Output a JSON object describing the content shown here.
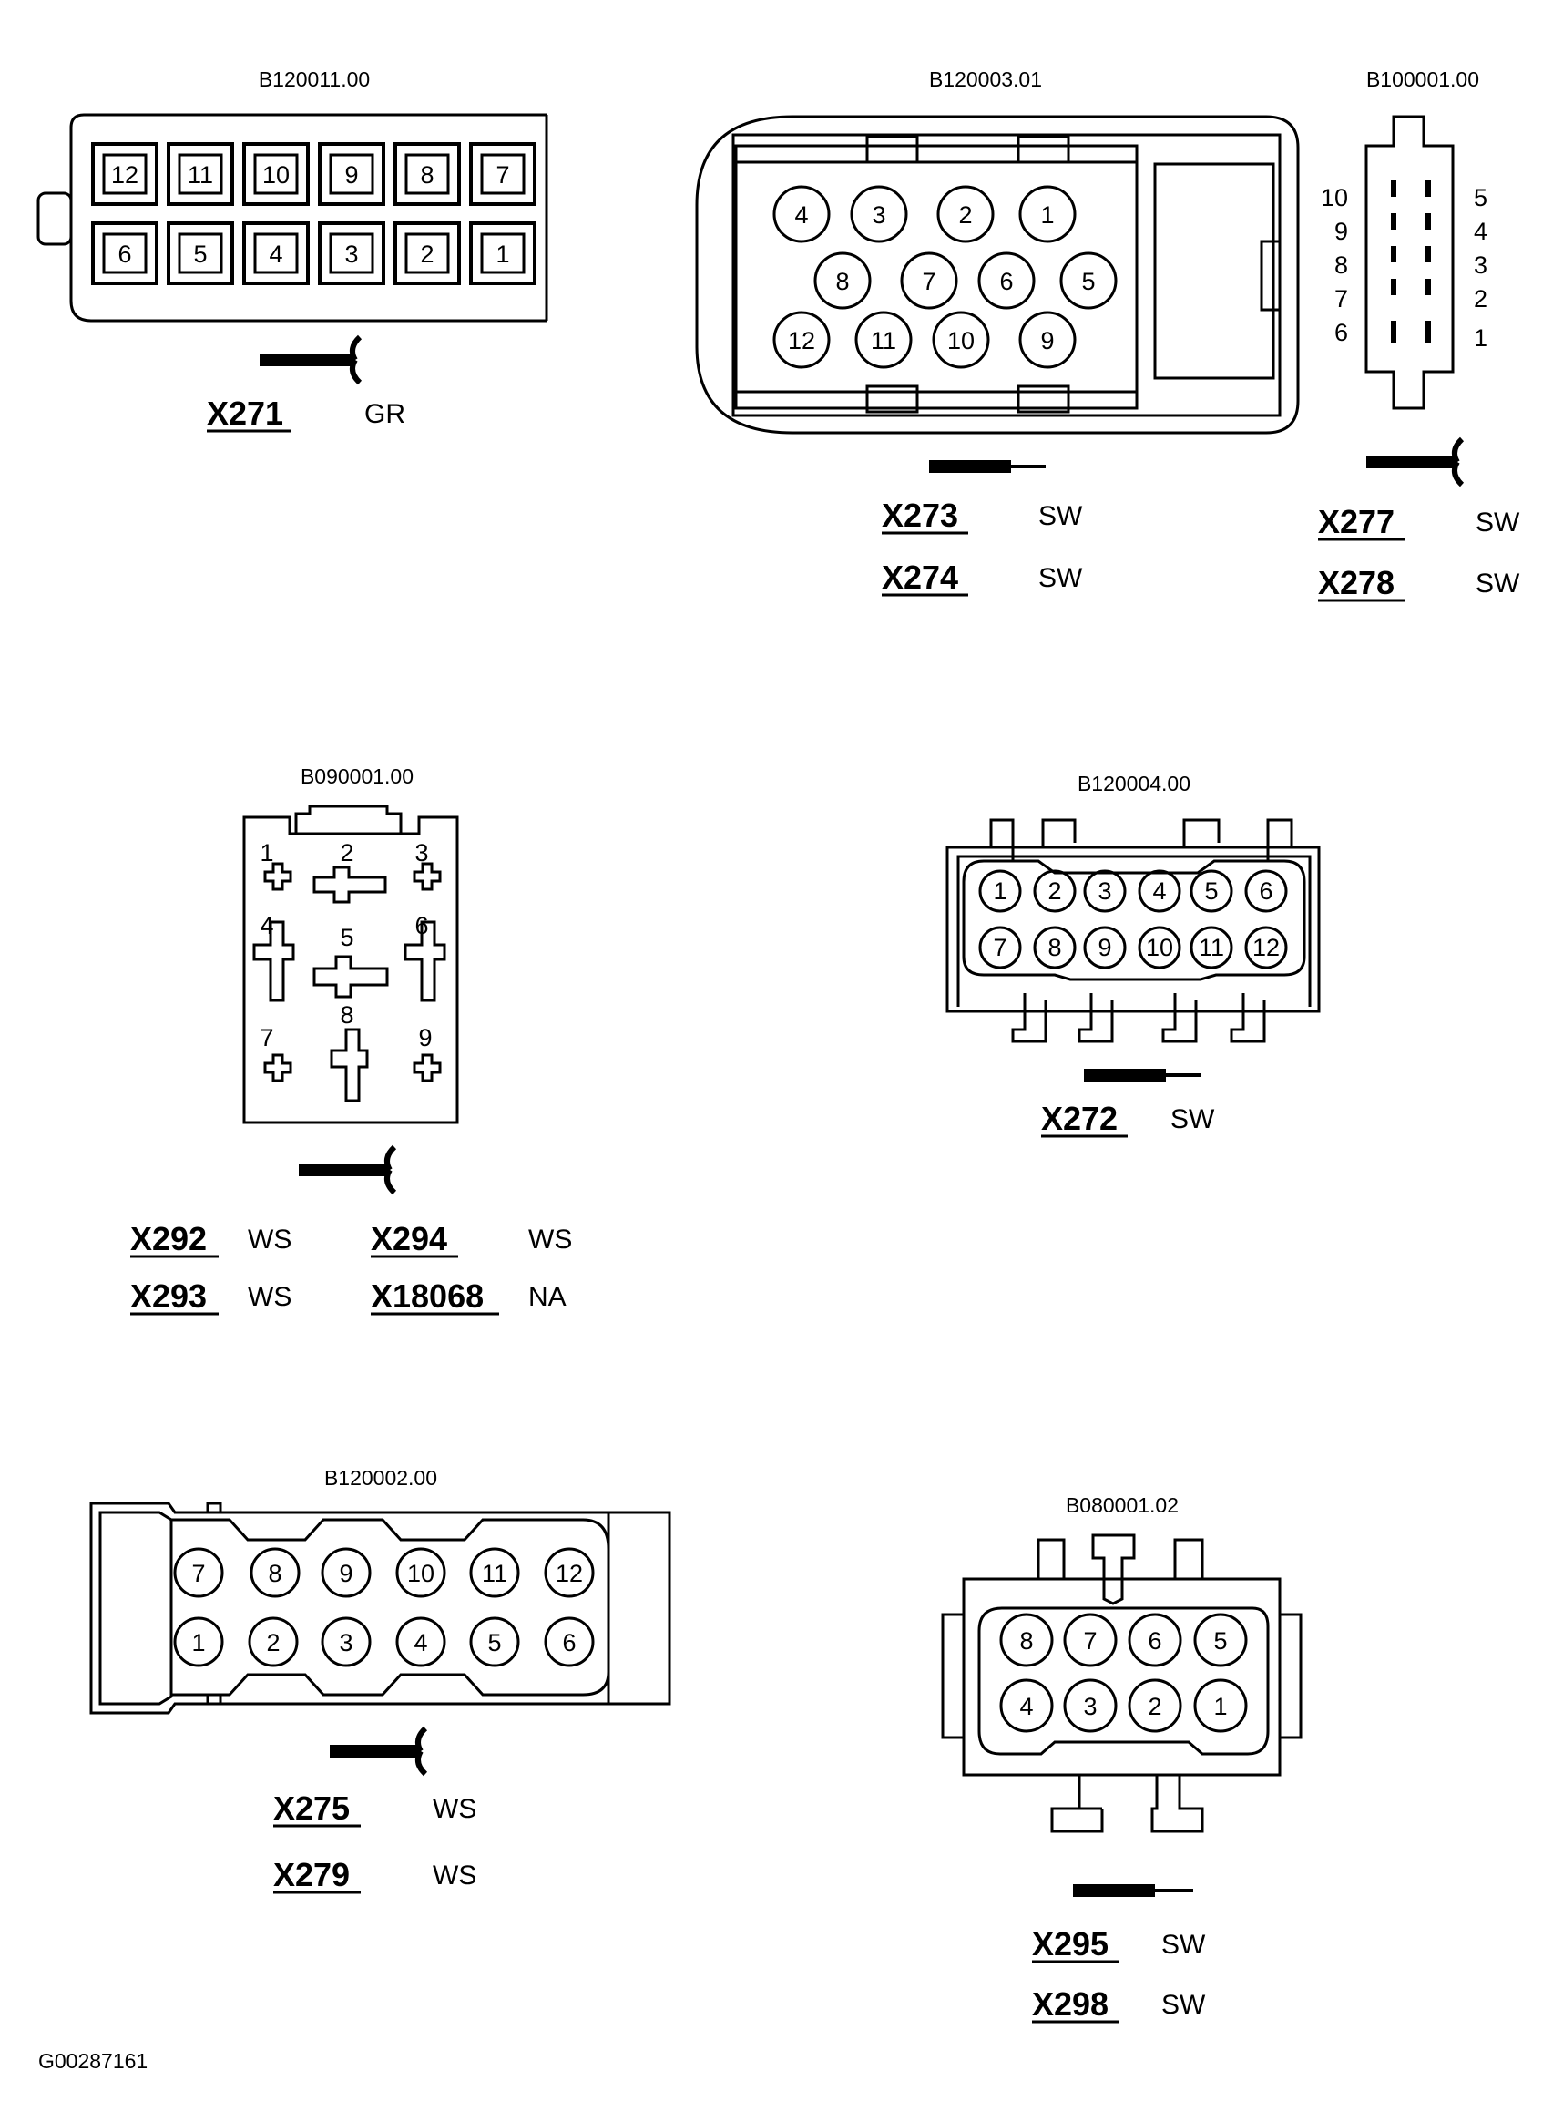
{
  "figure_ref": "G00287161",
  "connectors": [
    {
      "part_number": "B120011.00",
      "pins_top": [
        "12",
        "11",
        "10",
        "9",
        "8",
        "7"
      ],
      "pins_bottom": [
        "6",
        "5",
        "4",
        "3",
        "2",
        "1"
      ],
      "terminal": "socket",
      "codes": [
        {
          "code": "X271",
          "color": "GR"
        }
      ]
    },
    {
      "part_number": "B120003.01",
      "pins_row1": [
        "4",
        "3",
        "2",
        "1"
      ],
      "pins_row2": [
        "8",
        "7",
        "6",
        "5"
      ],
      "pins_row3": [
        "12",
        "11",
        "10",
        "9"
      ],
      "terminal": "pin",
      "codes": [
        {
          "code": "X273",
          "color": "SW"
        },
        {
          "code": "X274",
          "color": "SW"
        }
      ]
    },
    {
      "part_number": "B100001.00",
      "pins_left": [
        "10",
        "9",
        "8",
        "7",
        "6"
      ],
      "pins_right": [
        "5",
        "4",
        "3",
        "2",
        "1"
      ],
      "terminal": "socket",
      "codes": [
        {
          "code": "X277",
          "color": "SW"
        },
        {
          "code": "X278",
          "color": "SW"
        }
      ]
    },
    {
      "part_number": "B090001.00",
      "pins": [
        "1",
        "2",
        "3",
        "4",
        "5",
        "6",
        "7",
        "8",
        "9"
      ],
      "terminal": "socket",
      "codes": [
        {
          "code": "X292",
          "color": "WS"
        },
        {
          "code": "X293",
          "color": "WS"
        },
        {
          "code": "X294",
          "color": "WS"
        },
        {
          "code": "X18068",
          "color": "NA"
        }
      ]
    },
    {
      "part_number": "B120004.00",
      "pins_top": [
        "1",
        "2",
        "3",
        "4",
        "5",
        "6"
      ],
      "pins_bottom": [
        "7",
        "8",
        "9",
        "10",
        "11",
        "12"
      ],
      "terminal": "pin",
      "codes": [
        {
          "code": "X272",
          "color": "SW"
        }
      ]
    },
    {
      "part_number": "B120002.00",
      "pins_top": [
        "7",
        "8",
        "9",
        "10",
        "11",
        "12"
      ],
      "pins_bottom": [
        "1",
        "2",
        "3",
        "4",
        "5",
        "6"
      ],
      "terminal": "socket",
      "codes": [
        {
          "code": "X275",
          "color": "WS"
        },
        {
          "code": "X279",
          "color": "WS"
        }
      ]
    },
    {
      "part_number": "B080001.02",
      "pins_top": [
        "8",
        "7",
        "6",
        "5"
      ],
      "pins_bottom": [
        "4",
        "3",
        "2",
        "1"
      ],
      "terminal": "pin",
      "codes": [
        {
          "code": "X295",
          "color": "SW"
        },
        {
          "code": "X298",
          "color": "SW"
        }
      ]
    }
  ]
}
